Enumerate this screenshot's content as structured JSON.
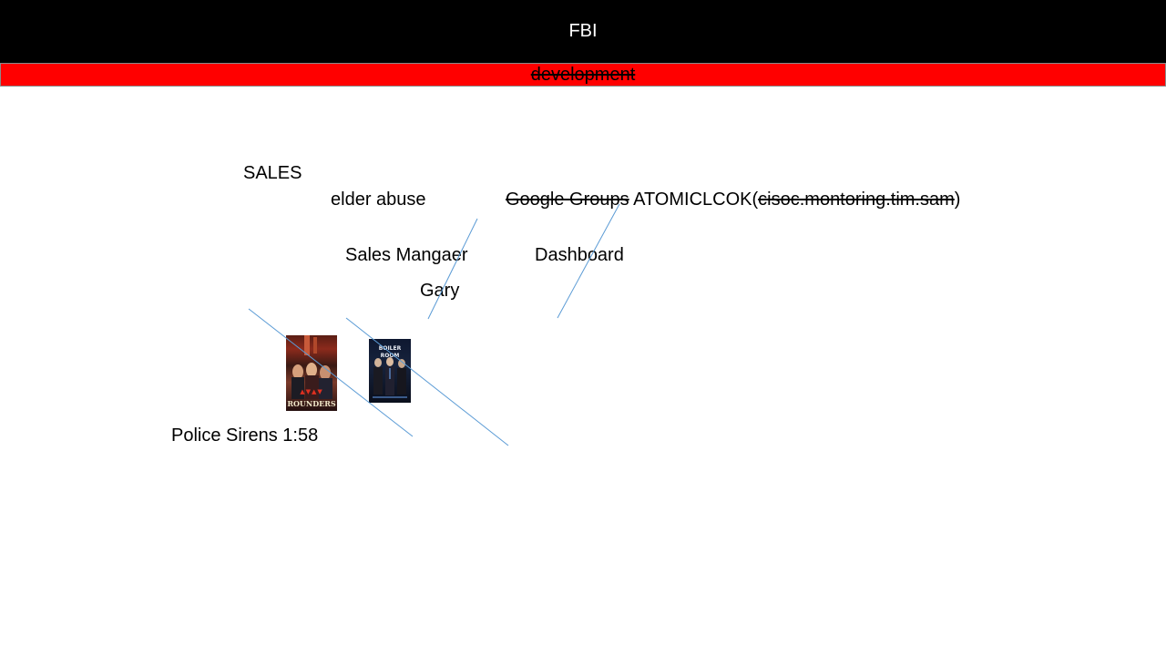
{
  "header": {
    "title": "FBI",
    "subtitle": "development"
  },
  "labels": {
    "sales": "SALES",
    "elder_abuse": "elder abuse",
    "google_groups": "Google Groups",
    "atomic": " ATOMICLCOK",
    "paren_open": "(",
    "cisoc": "cisoc.montoring.tim.sam",
    "paren_close": ")",
    "sales_manager": "Sales Mangaer",
    "dashboard": "Dashboard",
    "gary": "Gary",
    "police_sirens": "Police Sirens 1:58"
  },
  "posters": {
    "rounders": {
      "caption": "ROUNDERS",
      "rating_strip": "▲▼▲▼"
    },
    "boiler_room": {
      "caption": "BOILER ROOM"
    }
  },
  "colors": {
    "header_bg": "#000000",
    "subtitle_bg": "#ff0000",
    "connector": "#5b9bd5"
  }
}
